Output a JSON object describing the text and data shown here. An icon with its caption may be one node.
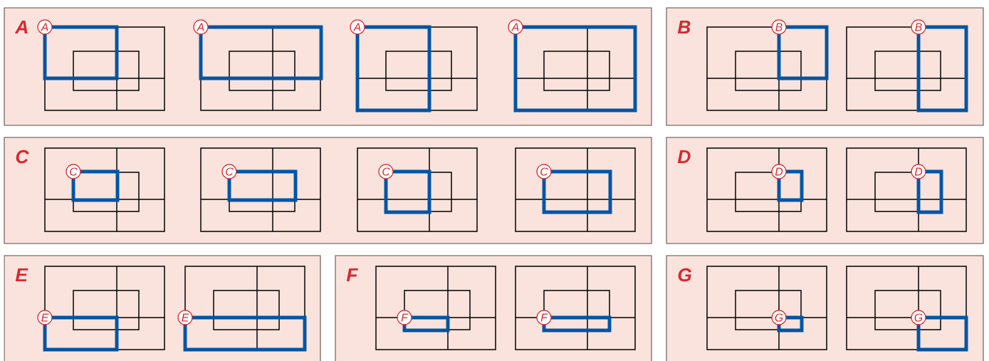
{
  "diagram": {
    "nodes": [
      {
        "text": [
          "A"
        ]
      },
      {
        "text": [
          "B"
        ]
      },
      {
        "text": [
          "C"
        ]
      },
      {
        "text": [
          "D"
        ]
      },
      {
        "text": [
          "E"
        ]
      },
      {
        "text": [
          "F"
        ]
      },
      {
        "text": [
          "G"
        ]
      },
      {
        "text": [
          "A"
        ],
        "in": 0
      },
      {
        "text": [
          "A"
        ],
        "in": 0
      },
      {
        "text": [
          "A"
        ],
        "in": 0
      },
      {
        "text": [
          "A"
        ],
        "in": 0
      },
      {
        "text": [
          "B"
        ],
        "in": 1
      },
      {
        "text": [
          "B"
        ],
        "in": 1
      },
      {
        "text": [
          "C"
        ],
        "in": 2
      },
      {
        "text": [
          "C"
        ],
        "in": 2
      },
      {
        "text": [
          "C"
        ],
        "in": 2
      },
      {
        "text": [
          "C"
        ],
        "in": 2
      },
      {
        "text": [
          "D"
        ],
        "in": 3
      },
      {
        "text": [
          "D"
        ],
        "in": 3
      },
      {
        "text": [
          "E"
        ],
        "in": 4
      },
      {
        "text": [
          "E"
        ],
        "in": 4
      },
      {
        "text": [
          "F"
        ],
        "in": 5
      },
      {
        "text": [
          "F"
        ],
        "in": 5
      },
      {
        "text": [
          "G"
        ],
        "in": 6
      },
      {
        "text": [
          "G"
        ],
        "in": 6
      }
    ]
  }
}
